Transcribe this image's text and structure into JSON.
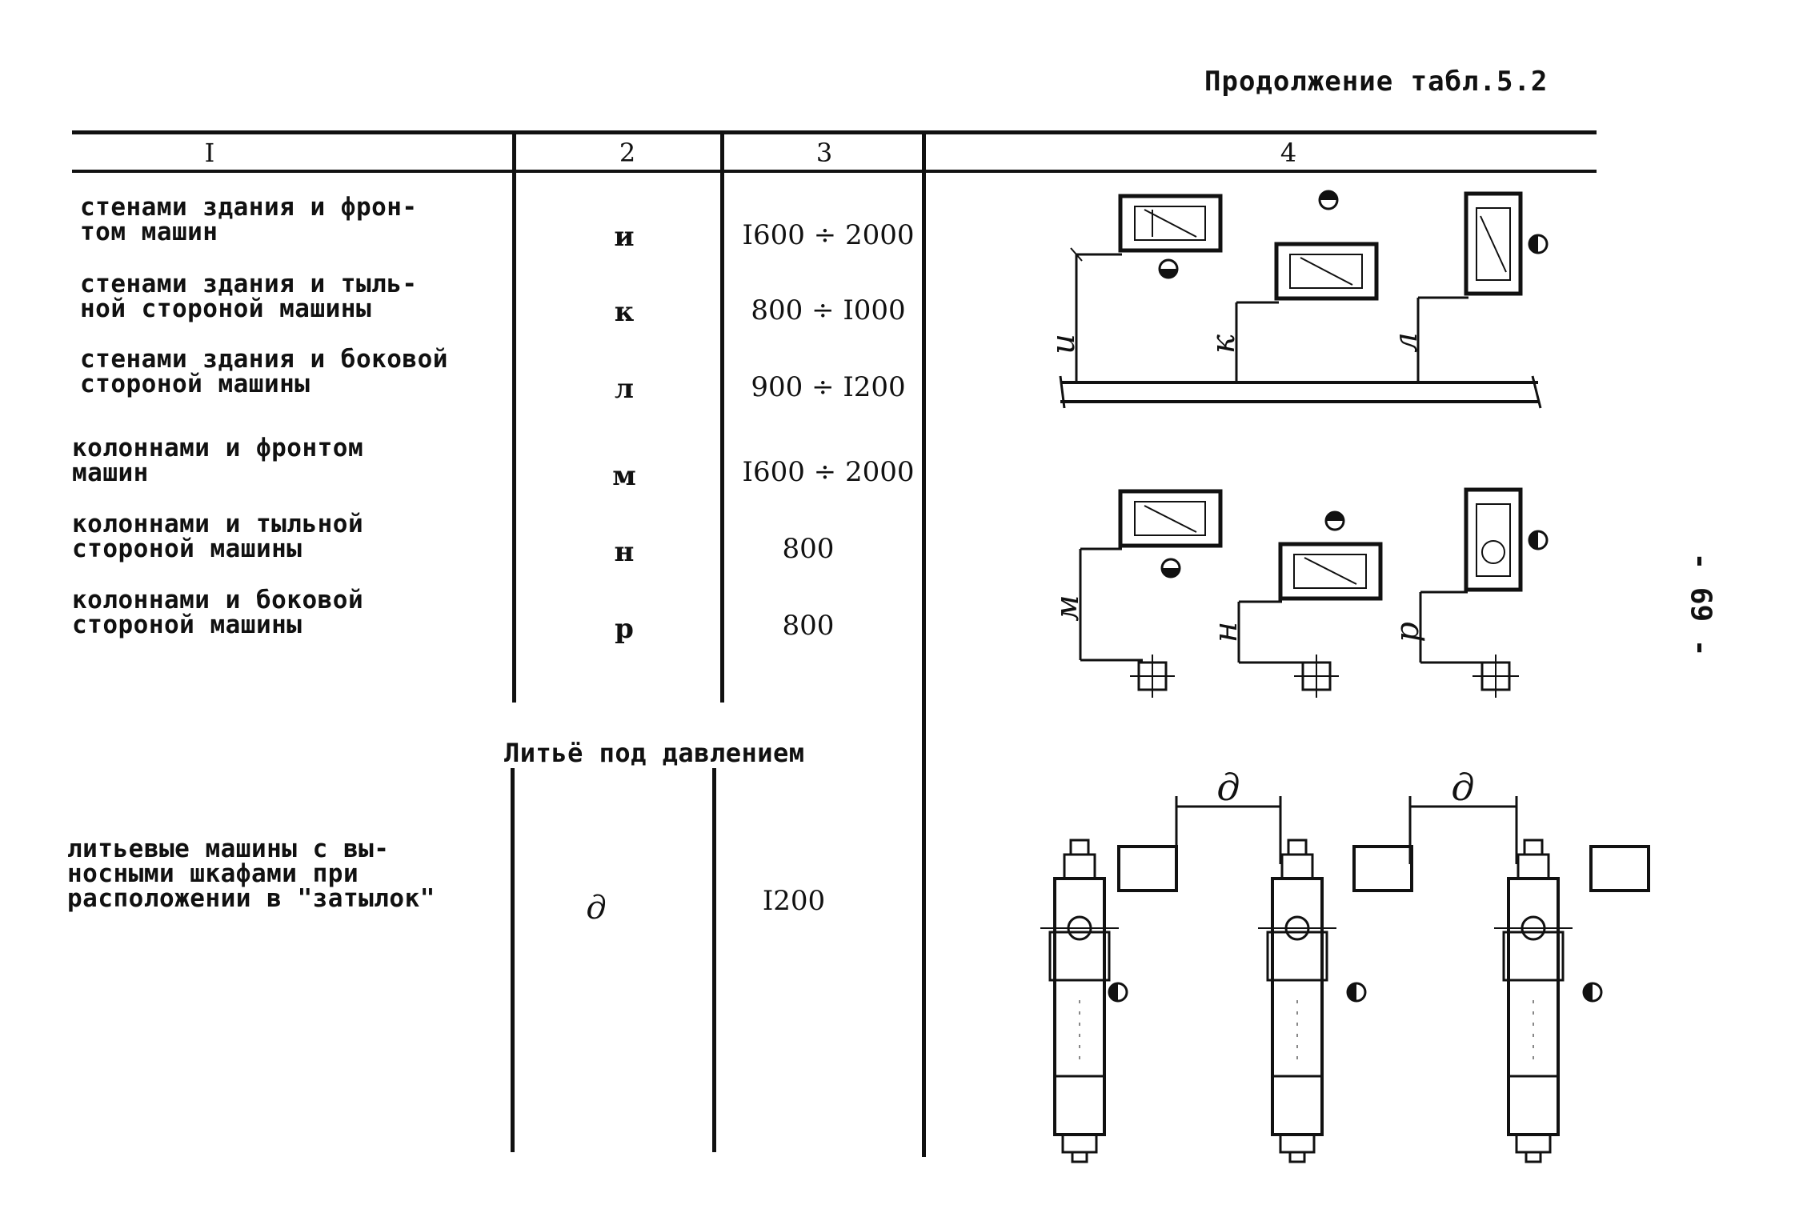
{
  "continuation_label": "Продолжение табл.5.2",
  "column_headers": [
    "I",
    "2",
    "3",
    "4"
  ],
  "rows": [
    {
      "description": "стенами здания и фрон-\nтом машин",
      "symbol": "и",
      "distance": "I600 ÷ 2000"
    },
    {
      "description": "стенами здания и тыль-\nной стороной машины",
      "symbol": "к",
      "distance": "800 ÷ I000"
    },
    {
      "description": "стенами здания и боковой\nстороной машины",
      "symbol": "л",
      "distance": "900 ÷ I200"
    },
    {
      "description": "колоннами и фронтом\nмашин",
      "symbol": "м",
      "distance": "I600 ÷ 2000"
    },
    {
      "description": "колоннами и тыльной\nстороной машины",
      "symbol": "н",
      "distance": "800"
    },
    {
      "description": "колоннами и боковой\nстороной машины",
      "symbol": "р",
      "distance": "800"
    }
  ],
  "section_heading": "Литьё под давлением",
  "casting_row": {
    "description": "литьевые машины с вы-\nносными шкафами при\nрасположении в \"затылок\"",
    "symbol": "д",
    "distance": "I200"
  },
  "diagram_labels": {
    "walls": [
      "и",
      "к",
      "л"
    ],
    "columns": [
      "м",
      "н",
      "р"
    ],
    "casting": [
      "д",
      "д"
    ]
  },
  "page_number": "- 69 -"
}
